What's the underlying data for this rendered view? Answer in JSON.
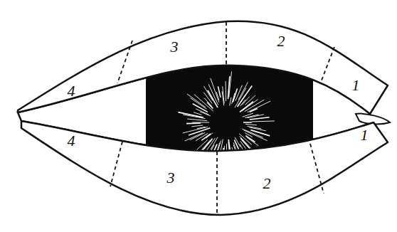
{
  "diagram": {
    "labels": [
      "4",
      "3",
      "2",
      "1",
      "4",
      "3",
      "2",
      "1"
    ]
  }
}
